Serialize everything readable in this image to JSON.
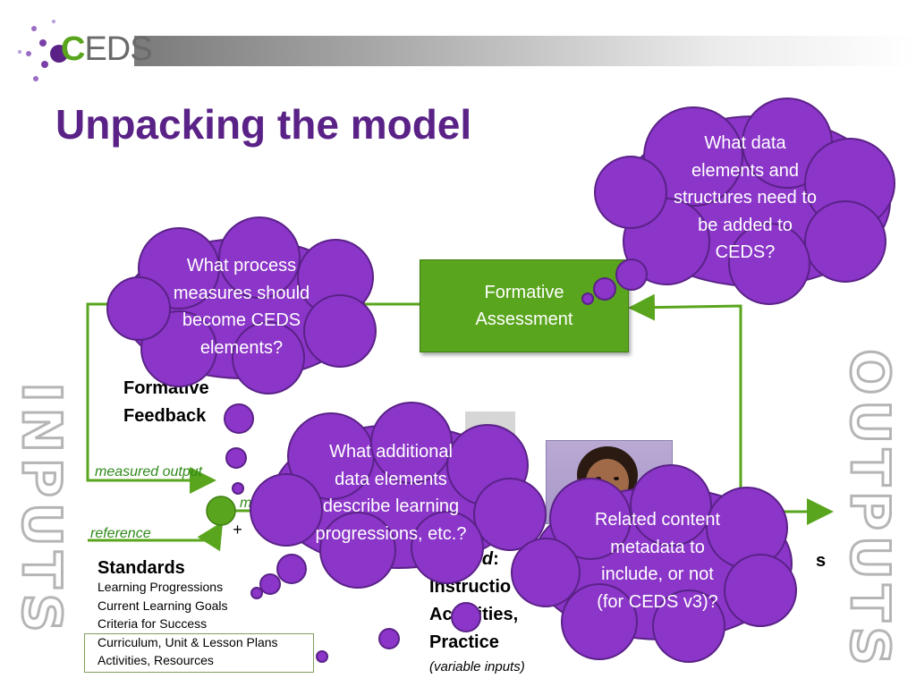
{
  "logo": {
    "text_prefix": "C",
    "text_suffix": "EDS"
  },
  "title": "Unpacking the model",
  "side_left": "INPUTS",
  "side_right": "OUTPUTS",
  "diagram": {
    "formative_assessment": "Formative Assessment",
    "formative_feedback_line1": "Formative",
    "formative_feedback_line2": "Feedback",
    "measured_output": "measured output",
    "reference": "reference",
    "minus": "-",
    "plus": "+",
    "me_partial": "me",
    "standards": "Standards",
    "standards_items": [
      "Learning Progressions",
      "Current Learning Goals",
      "Criteria for Success",
      "Curriculum, Unit & Lesson Plans",
      "Activities, Resources"
    ],
    "adjusted_partial": "djusted",
    "adjusted_colon": ":",
    "instruction_partial": "Instructio",
    "activities_partial_a": "Ac",
    "activities_partial_b": "ities,",
    "practice": "Practice",
    "variable_inputs": "(variable inputs)",
    "outputs_partial": "s"
  },
  "clouds": {
    "top_right": [
      "What data",
      "elements and",
      "structures need to",
      "be added to",
      "CEDS?"
    ],
    "left": [
      "What process",
      "measures should",
      "become CEDS",
      "elements?"
    ],
    "center": [
      "What additional",
      "data elements",
      "describe learning",
      "progressions, etc.?"
    ],
    "bottom_right": [
      "Related content",
      "metadata to",
      "include, or not",
      "(for  CEDS v3)?"
    ]
  },
  "colors": {
    "title": "#5a2287",
    "cloud_fill": "#8b35c9",
    "cloud_stroke": "#5a2287",
    "green": "#5aa51e",
    "label_green": "#2f8a1a"
  }
}
